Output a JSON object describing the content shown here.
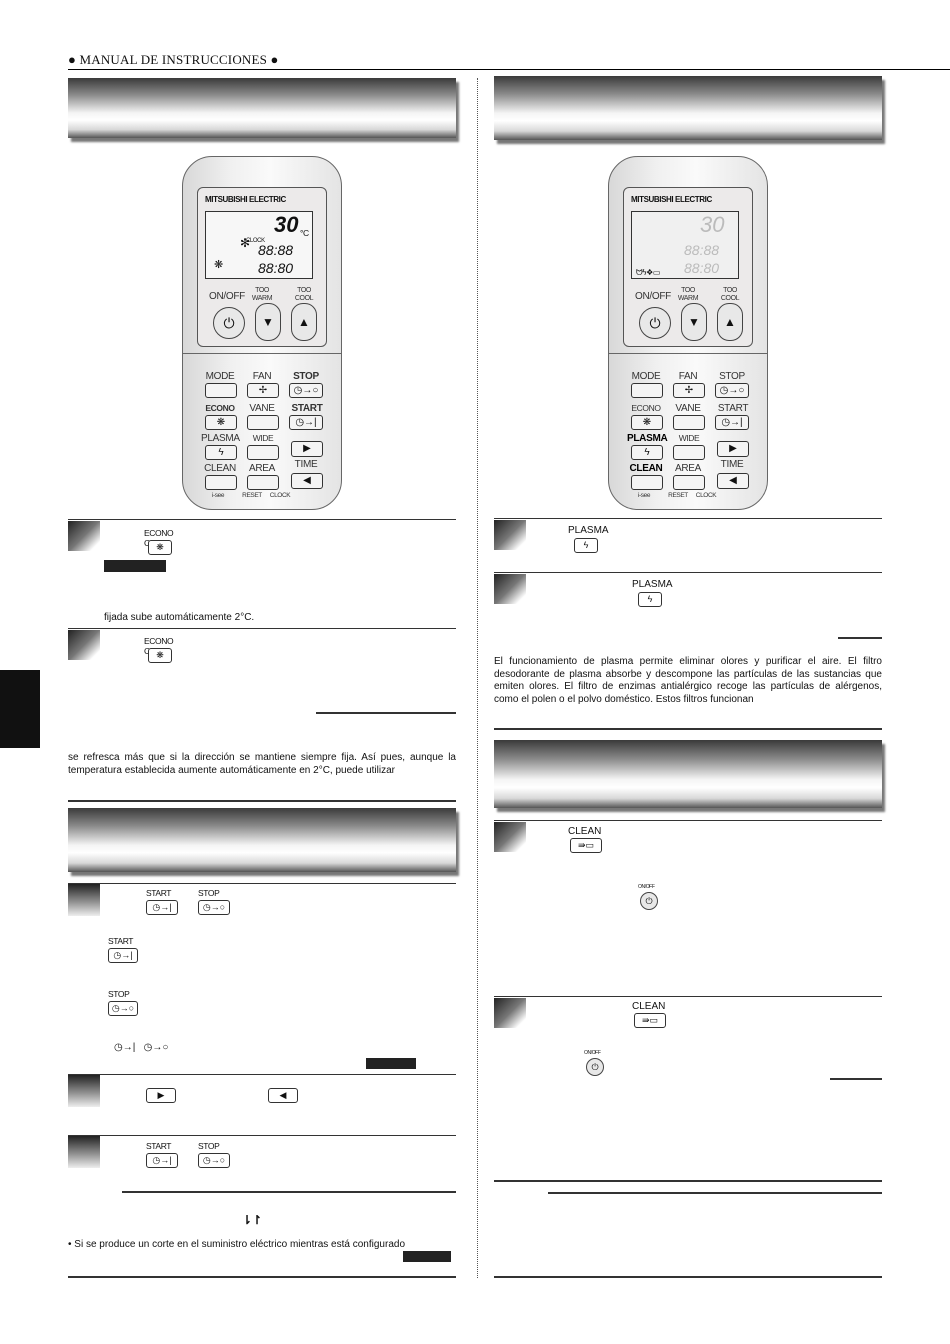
{
  "header": {
    "title": "● MANUAL DE INSTRUCCIONES ●"
  },
  "remote": {
    "brand": "MITSUBISHI ELECTRIC",
    "temp": "30",
    "temp_unit": "°C",
    "clock_label": "CLOCK",
    "time1": "88:88",
    "time2": "88:80",
    "top_buttons": {
      "onoff": "ON/OFF",
      "too_warm": "TOO WARM",
      "too_cool": "TOO COOL"
    },
    "buttons": {
      "mode": "MODE",
      "fan": "FAN",
      "stop": "STOP",
      "econo_cool": "ECONO COOL",
      "vane": "VANE",
      "start": "START",
      "plasma": "PLASMA",
      "wide_vane": "WIDE VANE",
      "clean": "CLEAN",
      "area": "AREA",
      "time": "TIME"
    },
    "bottom": {
      "isee": "i-see",
      "reset": "RESET",
      "clock": "CLOCK"
    }
  },
  "left": {
    "step1_icon_label": "ECONO COOL",
    "step1_text": "fijada sube automáticamente 2°C.",
    "step2_icon_label": "ECONO COOL",
    "note_text": "se refresca más que si la dirección se mantiene siempre fija. Así pues, aunque la temperatura establecida aumente automáticamente en 2°C, puede utilizar",
    "timer": {
      "start": "START",
      "stop": "STOP",
      "bullet": "•  Si se produce un corte en el suministro eléctrico mientras está configurado",
      "arrows": "⇂↾"
    }
  },
  "right": {
    "plasma_label": "PLASMA",
    "plasma_text": "El funcionamiento de plasma permite eliminar olores y purificar el aire. El filtro desodorante de plasma absorbe y descompone las partículas de las sustancias que emiten olores. El filtro de enzimas antialérgico recoge las partículas de alérgenos, como el polen o el polvo doméstico. Estos filtros funcionan",
    "clean_label": "CLEAN",
    "onoff_label": "ON/OFF"
  }
}
